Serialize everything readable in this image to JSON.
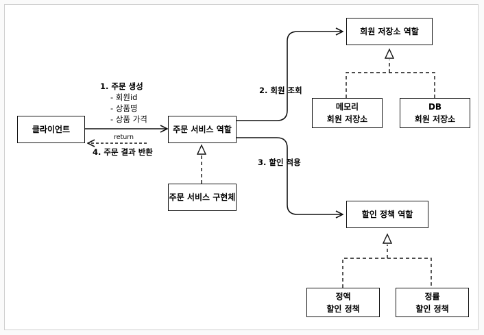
{
  "nodes": {
    "client": "클라이언트",
    "order_service_role": "주문 서비스 역할",
    "order_service_impl": "주문 서비스 구현체",
    "member_repo_role": "회원 저장소 역할",
    "memory_repo": [
      "메모리",
      "회원 저장소"
    ],
    "db_repo": [
      "DB",
      "회원 저장소"
    ],
    "discount_policy_role": "할인 정책 역할",
    "fixed_discount": [
      "정액",
      "할인 정책"
    ],
    "rate_discount": [
      "정률",
      "할인 정책"
    ]
  },
  "labels": {
    "create_order": "1. 주문 생성",
    "create_order_params": [
      "- 회원id",
      "- 상품명",
      "- 상품 가격"
    ],
    "return": "return",
    "order_result": "4. 주문 결과 반환",
    "member_lookup": "2. 회원 조회",
    "apply_discount": "3. 할인 적용"
  }
}
